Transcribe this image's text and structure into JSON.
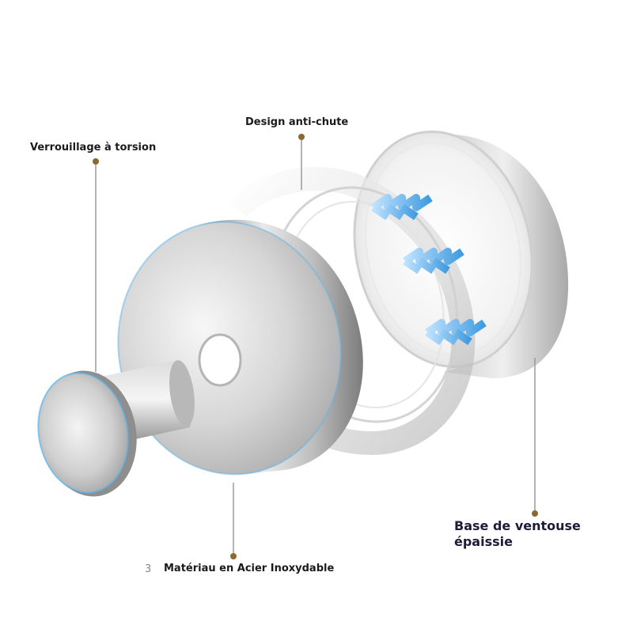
{
  "labels": {
    "twist_lock": "Verrouillage à torsion",
    "anti_fall": "Design anti-chute",
    "material": "Matériau en Acier Inoxydable",
    "suction_base_line1": "Base de ventouse",
    "suction_base_line2": "épaissie",
    "corner_mark": "3"
  },
  "colors": {
    "callout_dot": "#8a6a2e",
    "callout_line": "#9a9a9a",
    "steel_light": "#f2f2f2",
    "steel_dark": "#9c9c9c",
    "accent_glow": "#5ab6f0"
  }
}
